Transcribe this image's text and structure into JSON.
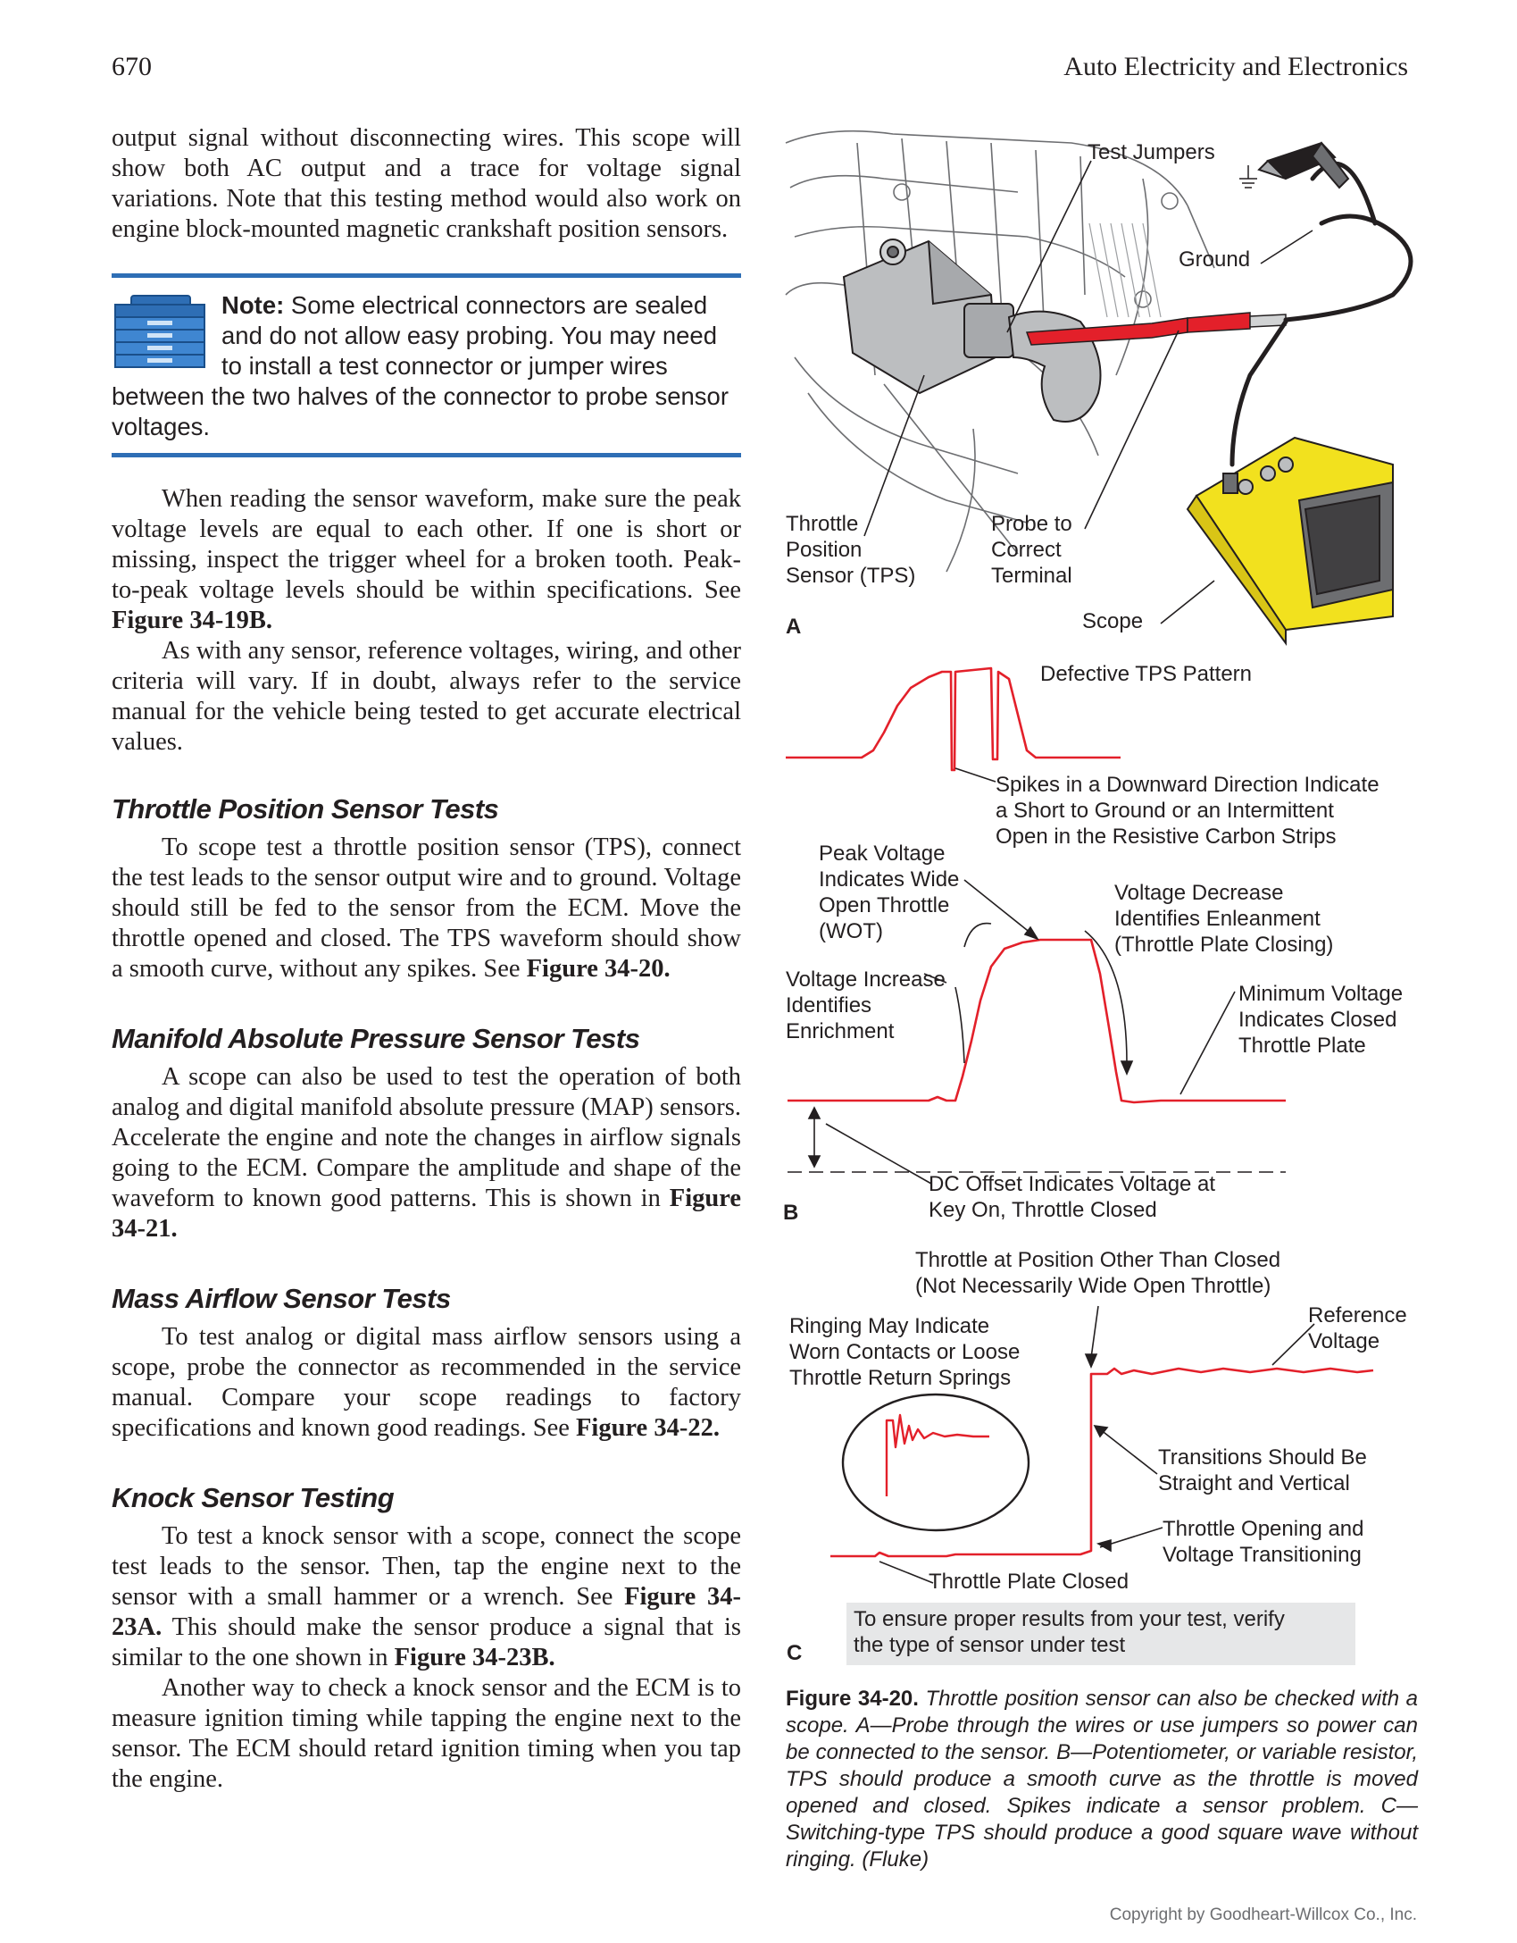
{
  "header": {
    "page_number": "670",
    "running_head": "Auto Electricity and Electronics"
  },
  "intro_paragraph": "output signal without disconnecting wires. This scope will show both AC output and a trace for voltage signal variations. Note that this testing method would also work on engine block-mounted magnetic crankshaft position sensors.",
  "note": {
    "icon": "toolbox-icon",
    "label": "Note:",
    "line1": "Some electrical connectors are sealed",
    "line2": "and do not allow easy probing. You may need",
    "line3": "to install a test connector or jumper wires",
    "line4": "between the two halves of the connector to probe sensor",
    "line5": "voltages."
  },
  "para_waveform": {
    "text": "When reading the sensor waveform, make sure the peak voltage levels are equal to each other. If one is short or missing, inspect the trigger wheel for a broken tooth. Peak-to-peak voltage levels should be within specifications. See ",
    "ref": "Figure 34-19B."
  },
  "para_reference": "As with any sensor, reference voltages, wiring, and other criteria will vary. If in doubt, always refer to the service manual for the vehicle being tested to get accurate electrical values.",
  "sections": {
    "tps": {
      "heading": "Throttle Position Sensor Tests",
      "text": "To scope test a throttle position sensor (TPS), connect the test leads to the sensor output wire and to ground. Voltage should still be fed to the sensor from the ECM. Move the throttle opened and closed. The TPS waveform should show a smooth curve, without any spikes. See ",
      "ref": "Figure 34-20."
    },
    "map": {
      "heading": "Manifold Absolute Pressure Sensor Tests",
      "text": "A scope can also be used to test the operation of both analog and digital manifold absolute pressure (MAP) sensors. Accelerate the engine and note the changes in airflow signals going to the ECM. Compare the amplitude and shape of the waveform to known good patterns. This is shown in ",
      "ref": "Figure 34-21."
    },
    "maf": {
      "heading": "Mass Airflow Sensor Tests",
      "text": "To test analog or digital mass airflow sensors using a scope, probe the connector as recommended in the service manual. Compare your scope readings to factory specifications and known good readings. See ",
      "ref": "Figure 34-22."
    },
    "knock": {
      "heading": "Knock Sensor Testing",
      "text1": "To test a knock sensor with a scope, connect the scope test leads to the sensor. Then, tap the engine next to the sensor with a small hammer or a wrench. See ",
      "ref1": "Figure 34-23A.",
      "text1b": " This should make the sensor produce a signal that is similar to the one shown in ",
      "ref2": "Figure 34-23B.",
      "text2": "Another way to check a knock sensor and the ECM is to measure ignition timing while tapping the engine next to the sensor. The ECM should retard ignition timing when you tap the engine."
    }
  },
  "figure": {
    "panel_a": {
      "letter": "A",
      "test_jumpers": "Test Jumpers",
      "ground": "Ground",
      "tps_line1": "Throttle",
      "tps_line2": "Position",
      "tps_line3": "Sensor (TPS)",
      "probe_line1": "Probe to",
      "probe_line2": "Correct",
      "probe_line3": "Terminal",
      "scope": "Scope"
    },
    "panel_b": {
      "letter": "B",
      "defective_title": "Defective TPS Pattern",
      "spikes_line1": "Spikes in a Downward Direction Indicate",
      "spikes_line2": "a Short to Ground or an Intermittent",
      "spikes_line3": "Open in the Resistive Carbon Strips",
      "peak_line1": "Peak Voltage",
      "peak_line2": "Indicates Wide",
      "peak_line3": "Open Throttle",
      "peak_line4": "(WOT)",
      "decrease_line1": "Voltage Decrease",
      "decrease_line2": "Identifies Enleanment",
      "decrease_line3": "(Throttle Plate Closing)",
      "increase_line1": "Voltage Increase",
      "increase_line2": "Identifies",
      "increase_line3": "Enrichment",
      "min_line1": "Minimum Voltage",
      "min_line2": "Indicates Closed",
      "min_line3": "Throttle Plate",
      "dc_line1": "DC Offset Indicates Voltage at",
      "dc_line2": "Key On, Throttle Closed"
    },
    "panel_c": {
      "letter": "C",
      "other_line1": "Throttle at Position Other Than Closed",
      "other_line2": "(Not Necessarily Wide Open Throttle)",
      "ringing_line1": "Ringing May Indicate",
      "ringing_line2": "Worn Contacts or Loose",
      "ringing_line3": "Throttle Return Springs",
      "reference_line1": "Reference",
      "reference_line2": "Voltage",
      "transitions_line1": "Transitions Should Be",
      "transitions_line2": "Straight and Vertical",
      "opening_line1": "Throttle Opening and",
      "opening_line2": "Voltage Transitioning",
      "closed": "Throttle Plate Closed",
      "tip_line1": "To ensure proper results from your test, verify",
      "tip_line2": "the type of sensor under test"
    },
    "caption_label": "Figure 34-20.",
    "caption_text": " Throttle position sensor can also be checked with a scope. A—Probe through the wires or use jumpers so power can be connected to the sensor. B—Potentiometer, or variable resistor, TPS should produce a smooth curve as the throttle is moved opened and closed. Spikes indicate a sensor problem. C—Switching-type TPS should produce a good square wave without ringing. (Fluke)"
  },
  "copyright": "Copyright by Goodheart-Willcox Co., Inc.",
  "colors": {
    "note_rule": "#2e6eb5",
    "trace_red": "#e3202a",
    "scope_yellow": "#f2e11e",
    "tip_box": "#e6e7e8"
  }
}
